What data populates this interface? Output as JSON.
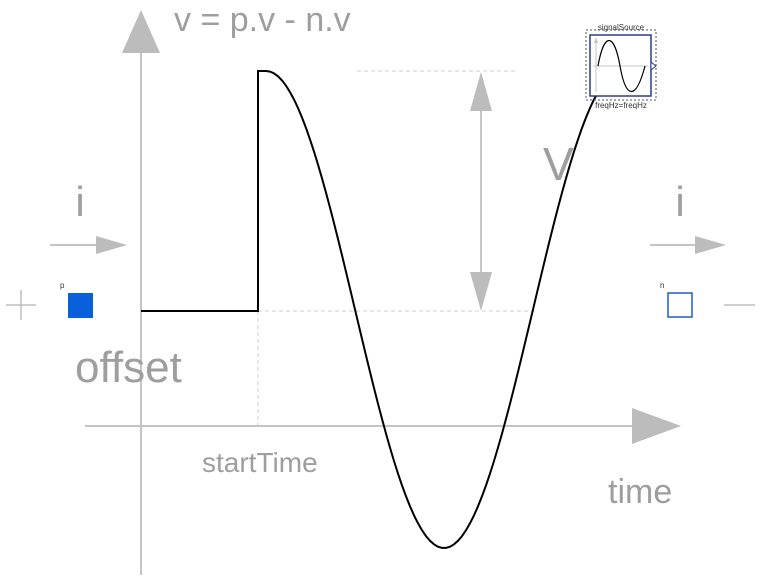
{
  "diagram": {
    "equation": "v = p.v - n.v",
    "current_label_left": "i",
    "current_label_right": "i",
    "amplitude_label": "V",
    "offset_label": "offset",
    "start_time_label": "startTime",
    "time_axis_label": "time",
    "port_p_label": "p",
    "port_n_label": "n",
    "plus_sign": "+",
    "minus_sign": "—"
  },
  "signal_source": {
    "title": "signalSource",
    "parameter": "freqHz=freqHz"
  },
  "colors": {
    "gray": "#bdbdbd",
    "label_gray": "#9e9e9e",
    "curve": "#000000",
    "port_p_fill": "#0a5fdc",
    "port_n_stroke": "#1f5fbf",
    "icon_border": "#2a3d8f"
  }
}
